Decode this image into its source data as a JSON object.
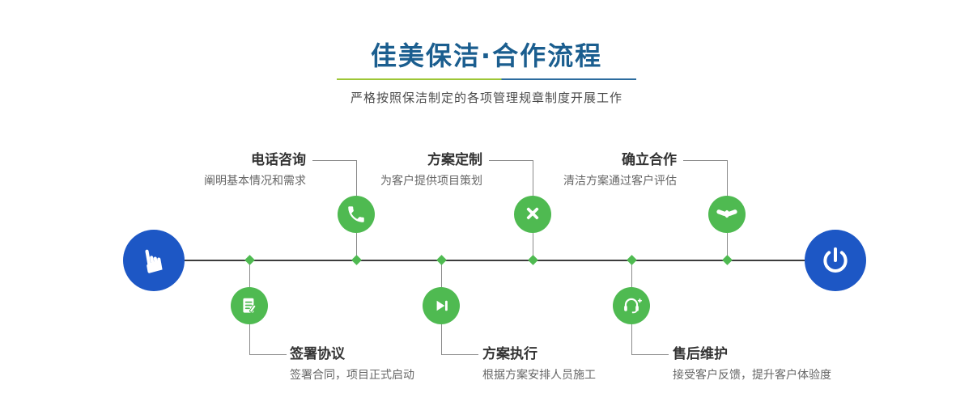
{
  "header": {
    "title": "佳美保洁·合作流程",
    "subtitle": "严格按照保洁制定的各项管理规章制度开展工作"
  },
  "colors": {
    "title_blue": "#1b5e8f",
    "node_green": "#4fba51",
    "terminal_blue": "#1d57c5",
    "divider_green": "#9dc636",
    "divider_blue": "#2c6c9e",
    "line_dark": "#3c3c3c"
  },
  "icons": {
    "start": "pointing-hand-icon",
    "end": "power-icon",
    "top": [
      "phone-icon",
      "design-tools-icon",
      "handshake-icon"
    ],
    "bottom": [
      "contract-icon",
      "play-next-icon",
      "headset-icon"
    ]
  },
  "timeline": {
    "steps_top": [
      {
        "title": "电话咨询",
        "desc": "阐明基本情况和需求"
      },
      {
        "title": "方案定制",
        "desc": "为客户提供项目策划"
      },
      {
        "title": "确立合作",
        "desc": "清洁方案通过客户评估"
      }
    ],
    "steps_bottom": [
      {
        "title": "签署协议",
        "desc": "签署合同，项目正式启动"
      },
      {
        "title": "方案执行",
        "desc": "根据方案安排人员施工"
      },
      {
        "title": "售后维护",
        "desc": "接受客户反馈，提升客户体验度"
      }
    ]
  }
}
